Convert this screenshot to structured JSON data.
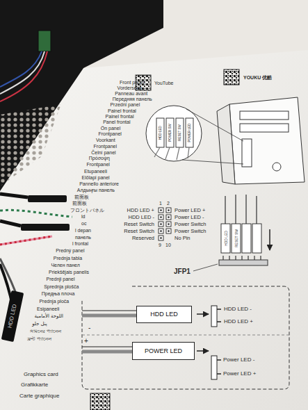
{
  "diagram": {
    "nodes": [
      {
        "text": [
          "HDD LED"
        ]
      },
      {
        "text": [
          "POWER LED"
        ]
      }
    ],
    "labels": [
      "Front panel",
      "Vorderseite",
      "Panneau avant",
      "Передняя панель",
      "Przedni panel",
      "Painel frontal",
      "Painel frontal",
      "Panel frontal",
      "Ön panel",
      "Frontpanel",
      "Voorkant",
      "Frontpanel",
      "Čelní panel",
      "Πρόσοψη",
      "Frontpanel",
      "Etupaneeli",
      "Előlapi panel",
      "Pannello anteriore",
      "Алдыңғы панель",
      "前面板",
      "前面板",
      "フロントパネル",
      "ld",
      "oc",
      "l depan",
      "панель",
      "l frontal",
      "Predný panel",
      "Prednja tabla",
      "Челен панел",
      "Priekšējais panelis",
      "Prednji panel",
      "Sprednja plošča",
      "Предња плоча",
      "Prednja ploča",
      "Esipaneeli",
      "اللوحة الأمامية",
      "پنل جلو",
      "সামনের প্যানেল",
      "ফ্রন্ট প্যানেল",
      "YouTube",
      "YOUKU 优酷",
      "1",
      "2",
      "HDD LED +",
      "HDD LED -",
      "Reset Switch",
      "Reset Switch",
      "Reserved",
      "Power LED +",
      "Power LED -",
      "Power Switch",
      "Power Switch",
      "No Pin",
      "9",
      "10",
      "JFP1",
      "HDD LED",
      "POWER SW",
      "RESET SW",
      "POWER LED",
      "HDD LED",
      "RESET SW",
      "-",
      "+",
      "HDD LED -",
      "HDD LED +",
      "Power LED -",
      "Power LED +",
      "HDD LED",
      "Graphics card",
      "Grafikkarte",
      "Carte graphique"
    ]
  }
}
